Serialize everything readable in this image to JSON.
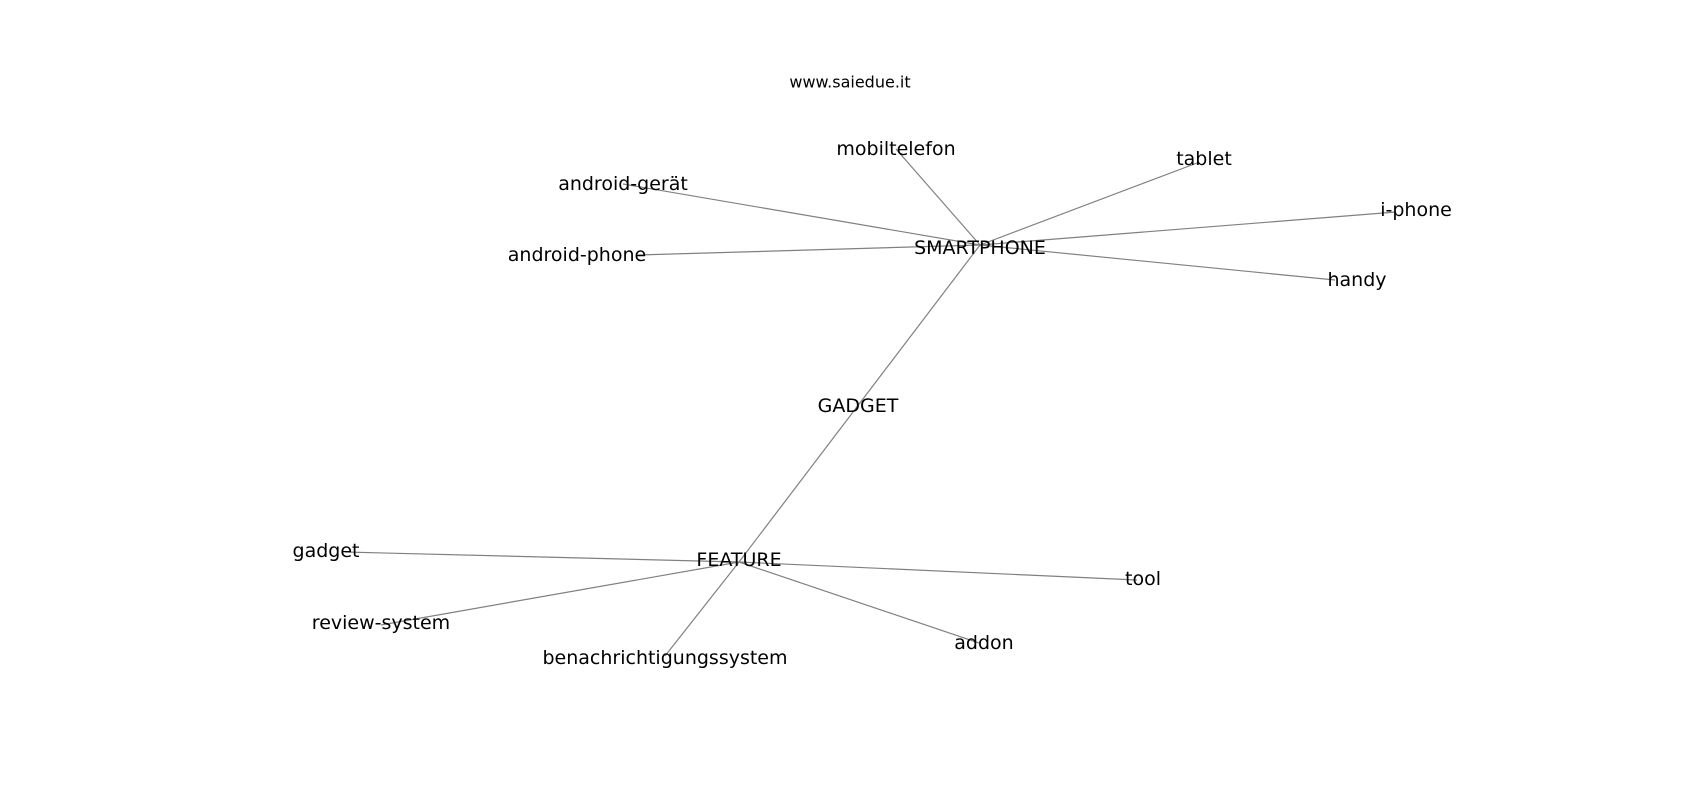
{
  "watermark": "www.saiedue.it",
  "edge_color": "#808080",
  "nodes": [
    {
      "id": "smartphone",
      "label": "SMARTPHONE"
    },
    {
      "id": "gadget_hub",
      "label": "GADGET"
    },
    {
      "id": "feature",
      "label": "FEATURE"
    },
    {
      "id": "mobiltelefon",
      "label": "mobiltelefon"
    },
    {
      "id": "tablet",
      "label": "tablet"
    },
    {
      "id": "android_geraet",
      "label": "android-gerät"
    },
    {
      "id": "i_phone",
      "label": "i-phone"
    },
    {
      "id": "android_phone",
      "label": "android-phone"
    },
    {
      "id": "handy",
      "label": "handy"
    },
    {
      "id": "gadget",
      "label": "gadget"
    },
    {
      "id": "tool",
      "label": "tool"
    },
    {
      "id": "review_system",
      "label": "review-system"
    },
    {
      "id": "benachrichtigungssystem",
      "label": "benachrichtigungssystem"
    },
    {
      "id": "addon",
      "label": "addon"
    }
  ],
  "edges": [
    [
      "smartphone",
      "mobiltelefon"
    ],
    [
      "smartphone",
      "tablet"
    ],
    [
      "smartphone",
      "android_geraet"
    ],
    [
      "smartphone",
      "i_phone"
    ],
    [
      "smartphone",
      "android_phone"
    ],
    [
      "smartphone",
      "handy"
    ],
    [
      "smartphone",
      "feature"
    ],
    [
      "feature",
      "gadget"
    ],
    [
      "feature",
      "tool"
    ],
    [
      "feature",
      "review_system"
    ],
    [
      "feature",
      "benachrichtigungssystem"
    ],
    [
      "feature",
      "addon"
    ]
  ]
}
